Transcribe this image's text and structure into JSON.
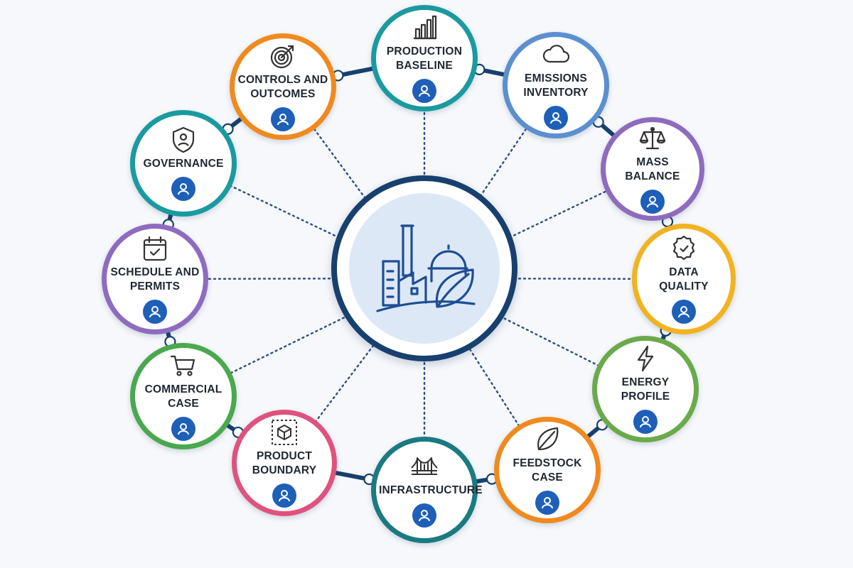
{
  "hub": {
    "icon": "factory-leaf-icon",
    "color": "#17406e",
    "fill": "#dce8f6"
  },
  "nodes": [
    {
      "id": "production-baseline",
      "label": "PRODUCTION\nBASELINE",
      "icon": "bar-chart-icon",
      "color": "#1a9aa0"
    },
    {
      "id": "emissions-inventory",
      "label": "EMISSIONS\nINVENTORY",
      "icon": "cloud-icon",
      "color": "#5b8fd0"
    },
    {
      "id": "mass-balance",
      "label": "MASS\nBALANCE",
      "icon": "scale-icon",
      "color": "#8e6bbf"
    },
    {
      "id": "data-quality",
      "label": "DATA\nQUALITY",
      "icon": "award-badge-icon",
      "color": "#f2b320"
    },
    {
      "id": "energy-profile",
      "label": "ENERGY\nPROFILE",
      "icon": "lightning-icon",
      "color": "#6aaa4a"
    },
    {
      "id": "feedstock-case",
      "label": "FEEDSTOCK\nCASE",
      "icon": "leaf-icon",
      "color": "#f08a1e"
    },
    {
      "id": "infrastructure",
      "label": "INFRASTRUCTURE",
      "icon": "bridge-icon",
      "color": "#1b7a80"
    },
    {
      "id": "product-boundary",
      "label": "PRODUCT\nBOUNDARY",
      "icon": "box-boundary-icon",
      "color": "#e0527e"
    },
    {
      "id": "commercial-case",
      "label": "COMMERCIAL\nCASE",
      "icon": "cart-icon",
      "color": "#4aa84e"
    },
    {
      "id": "schedule-and-permits",
      "label": "SCHEDULE AND\nPERMITS",
      "icon": "calendar-check-icon",
      "color": "#8e6bbf"
    },
    {
      "id": "governance",
      "label": "GOVERNANCE",
      "icon": "shield-user-icon",
      "color": "#1a9aa0"
    },
    {
      "id": "controls-and-outcomes",
      "label": "CONTROLS AND\nOUTCOMES",
      "icon": "target-icon",
      "color": "#f08a1e"
    }
  ],
  "colors": {
    "ring_line": "#17406e",
    "spoke": "#2a4f86",
    "avatar": "#1e5fb8",
    "text": "#1f2733"
  }
}
